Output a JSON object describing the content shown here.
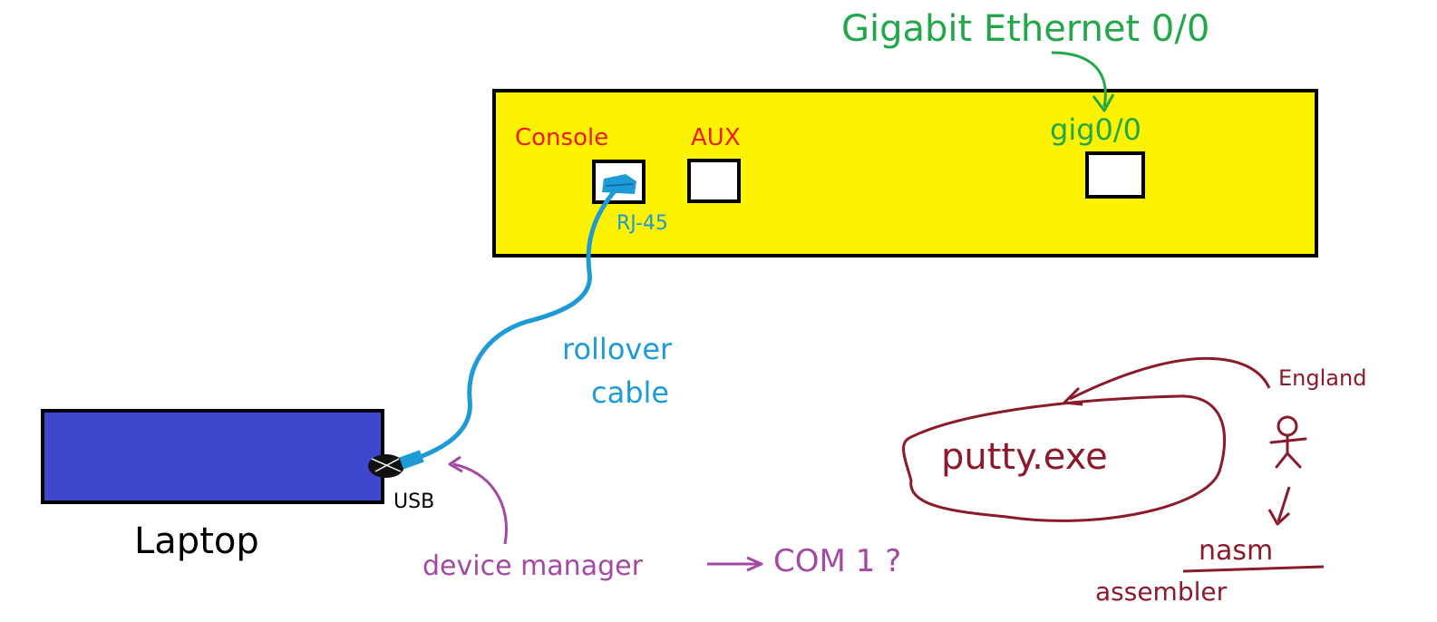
{
  "labels": {
    "interface_full": "Gigabit Ethernet 0/0",
    "interface_short": "gig0/0",
    "console": "Console",
    "aux": "AUX",
    "rj45": "RJ-45",
    "cable_line1": "rollover",
    "cable_line2": "cable",
    "laptop": "Laptop",
    "usb": "USB",
    "device_manager": "device manager",
    "com_port": "COM 1 ?",
    "putty": "putty.exe",
    "origin": "England",
    "nasm": "nasm",
    "assembler": "assembler"
  },
  "colors": {
    "router_fill": "#fdf200",
    "laptop_fill": "#3f48cc",
    "outline": "#000000",
    "green": "#22a84a",
    "red": "#ed1c24",
    "blue": "#1e9ad6",
    "purple": "#a349a4",
    "maroon": "#8b1a2b"
  },
  "icons": {
    "usb_plug": "usb-plug-icon",
    "rj45_plug": "rj45-plug-icon",
    "person": "stick-figure-icon"
  }
}
